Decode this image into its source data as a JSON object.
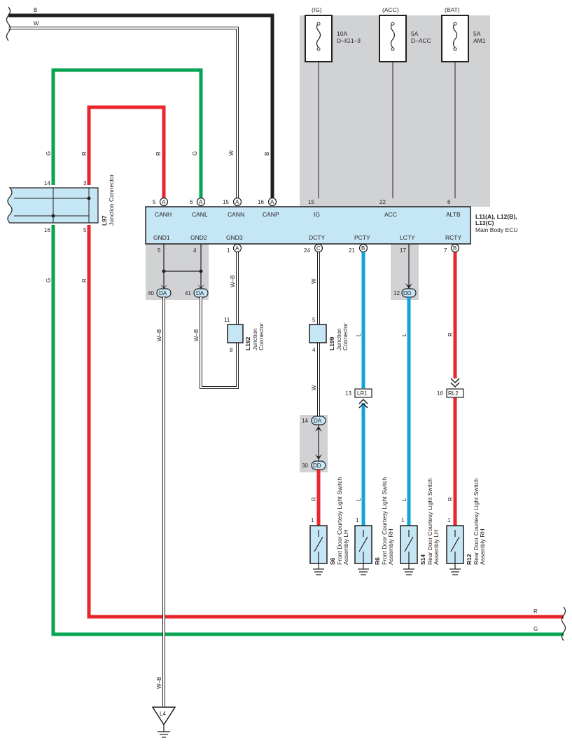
{
  "colors": {
    "black": "#231f20",
    "red": "#e8262c",
    "green": "#06a551",
    "blue": "#12a3dc",
    "ecu_fill": "#c5e6f5",
    "shade": "#d1d2d4"
  },
  "top_wires": {
    "b": "B",
    "w": "W"
  },
  "fuses": [
    {
      "source": "(IG)",
      "amp": "10A",
      "name": "D–IG1–3"
    },
    {
      "source": "(ACC)",
      "amp": "5A",
      "name": "D–ACC"
    },
    {
      "source": "(BAT)",
      "amp": "5A",
      "name": "AM1"
    }
  ],
  "ecu": {
    "title": "L11(A), L12(B),",
    "title2": "L13(C)",
    "subtitle": "Main Body ECU",
    "top_terms": [
      "CANH",
      "CANL",
      "CANN",
      "CANP",
      "IG",
      "ACC",
      "ALTB"
    ],
    "top_pins": [
      "5",
      "6",
      "15",
      "16",
      "15",
      "22",
      "6"
    ],
    "top_conn": [
      "A",
      "A",
      "A",
      "A"
    ],
    "bottom_terms": [
      "GND1",
      "GND2",
      "GND3",
      "DCTY",
      "PCTY",
      "LCTY",
      "RCTY"
    ],
    "bottom_pins": [
      "5",
      "4",
      "1",
      "24",
      "21",
      "17",
      "7"
    ],
    "bottom_conn": [
      "A",
      "C",
      "B",
      "B"
    ]
  },
  "l97": {
    "code": "L97",
    "name": "Junction Connector",
    "pins": [
      "14",
      "3",
      "16",
      "5"
    ]
  },
  "wire_colors_labels": {
    "g": "G",
    "r": "R",
    "w": "W",
    "b": "B",
    "wb": "W–B",
    "l": "L"
  },
  "connectors": {
    "da": "DA",
    "dd": "DD",
    "lr1": "LR1",
    "rl2": "RL2",
    "pin40": "40",
    "pin41": "41",
    "pin12": "12",
    "pin13": "13",
    "pin16": "16",
    "pin14": "14",
    "pin30": "30"
  },
  "l192": {
    "code": "L192",
    "name1": "Junction",
    "name2": "Connector",
    "pin_top": "11",
    "pin_bot": "8"
  },
  "l199": {
    "code": "L199",
    "name1": "Junction",
    "name2": "Connector",
    "pin_top": "5",
    "pin_bot": "4"
  },
  "switches": [
    {
      "code": "S6",
      "line1": "Front Door Courtesy Light Switch",
      "line2": "Assembly LH",
      "pin": "1"
    },
    {
      "code": "R6",
      "line1": "Front Door Courtesy Light Switch",
      "line2": "Assembly RH",
      "pin": "1"
    },
    {
      "code": "S14",
      "line1": "Rear Door Courtesy Light Switch",
      "line2": "Assembly LH",
      "pin": "1"
    },
    {
      "code": "R12",
      "line1": "Rear Door Courtesy Light Switch",
      "line2": "Assembly RH",
      "pin": "1"
    }
  ],
  "ground": {
    "code": "L4"
  }
}
